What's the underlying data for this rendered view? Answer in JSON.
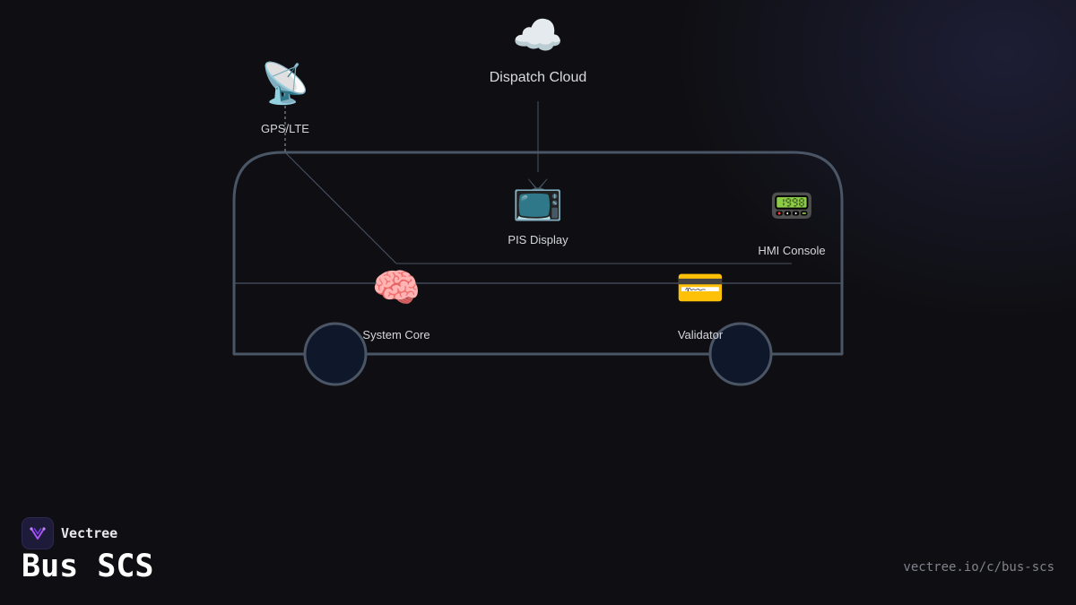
{
  "diagram": {
    "nodes": {
      "cloud": {
        "icon": "☁️",
        "icon_name": "cloud-icon",
        "label": "Dispatch Cloud"
      },
      "gps": {
        "icon": "📡",
        "icon_name": "satellite-antenna-icon",
        "label": "GPS/LTE"
      },
      "pis": {
        "icon": "📺",
        "icon_name": "television-icon",
        "label": "PIS Display"
      },
      "hmi": {
        "icon": "📟",
        "icon_name": "pager-icon",
        "label": "HMI Console"
      },
      "core": {
        "icon": "🧠",
        "icon_name": "brain-icon",
        "label": "System Core"
      },
      "validator": {
        "icon": "💳",
        "icon_name": "credit-card-icon",
        "label": "Validator"
      }
    },
    "colors": {
      "background": "#0f0f13",
      "bus_outline": "#4a5565",
      "wheel_fill": "#0f172a",
      "connector": "#4a5565",
      "label": "#d4d6dc"
    }
  },
  "brand": {
    "name": "Vectree",
    "logo_icon": "vectree-logo-icon"
  },
  "footer": {
    "title": "Bus SCS",
    "url": "vectree.io/c/bus-scs"
  }
}
